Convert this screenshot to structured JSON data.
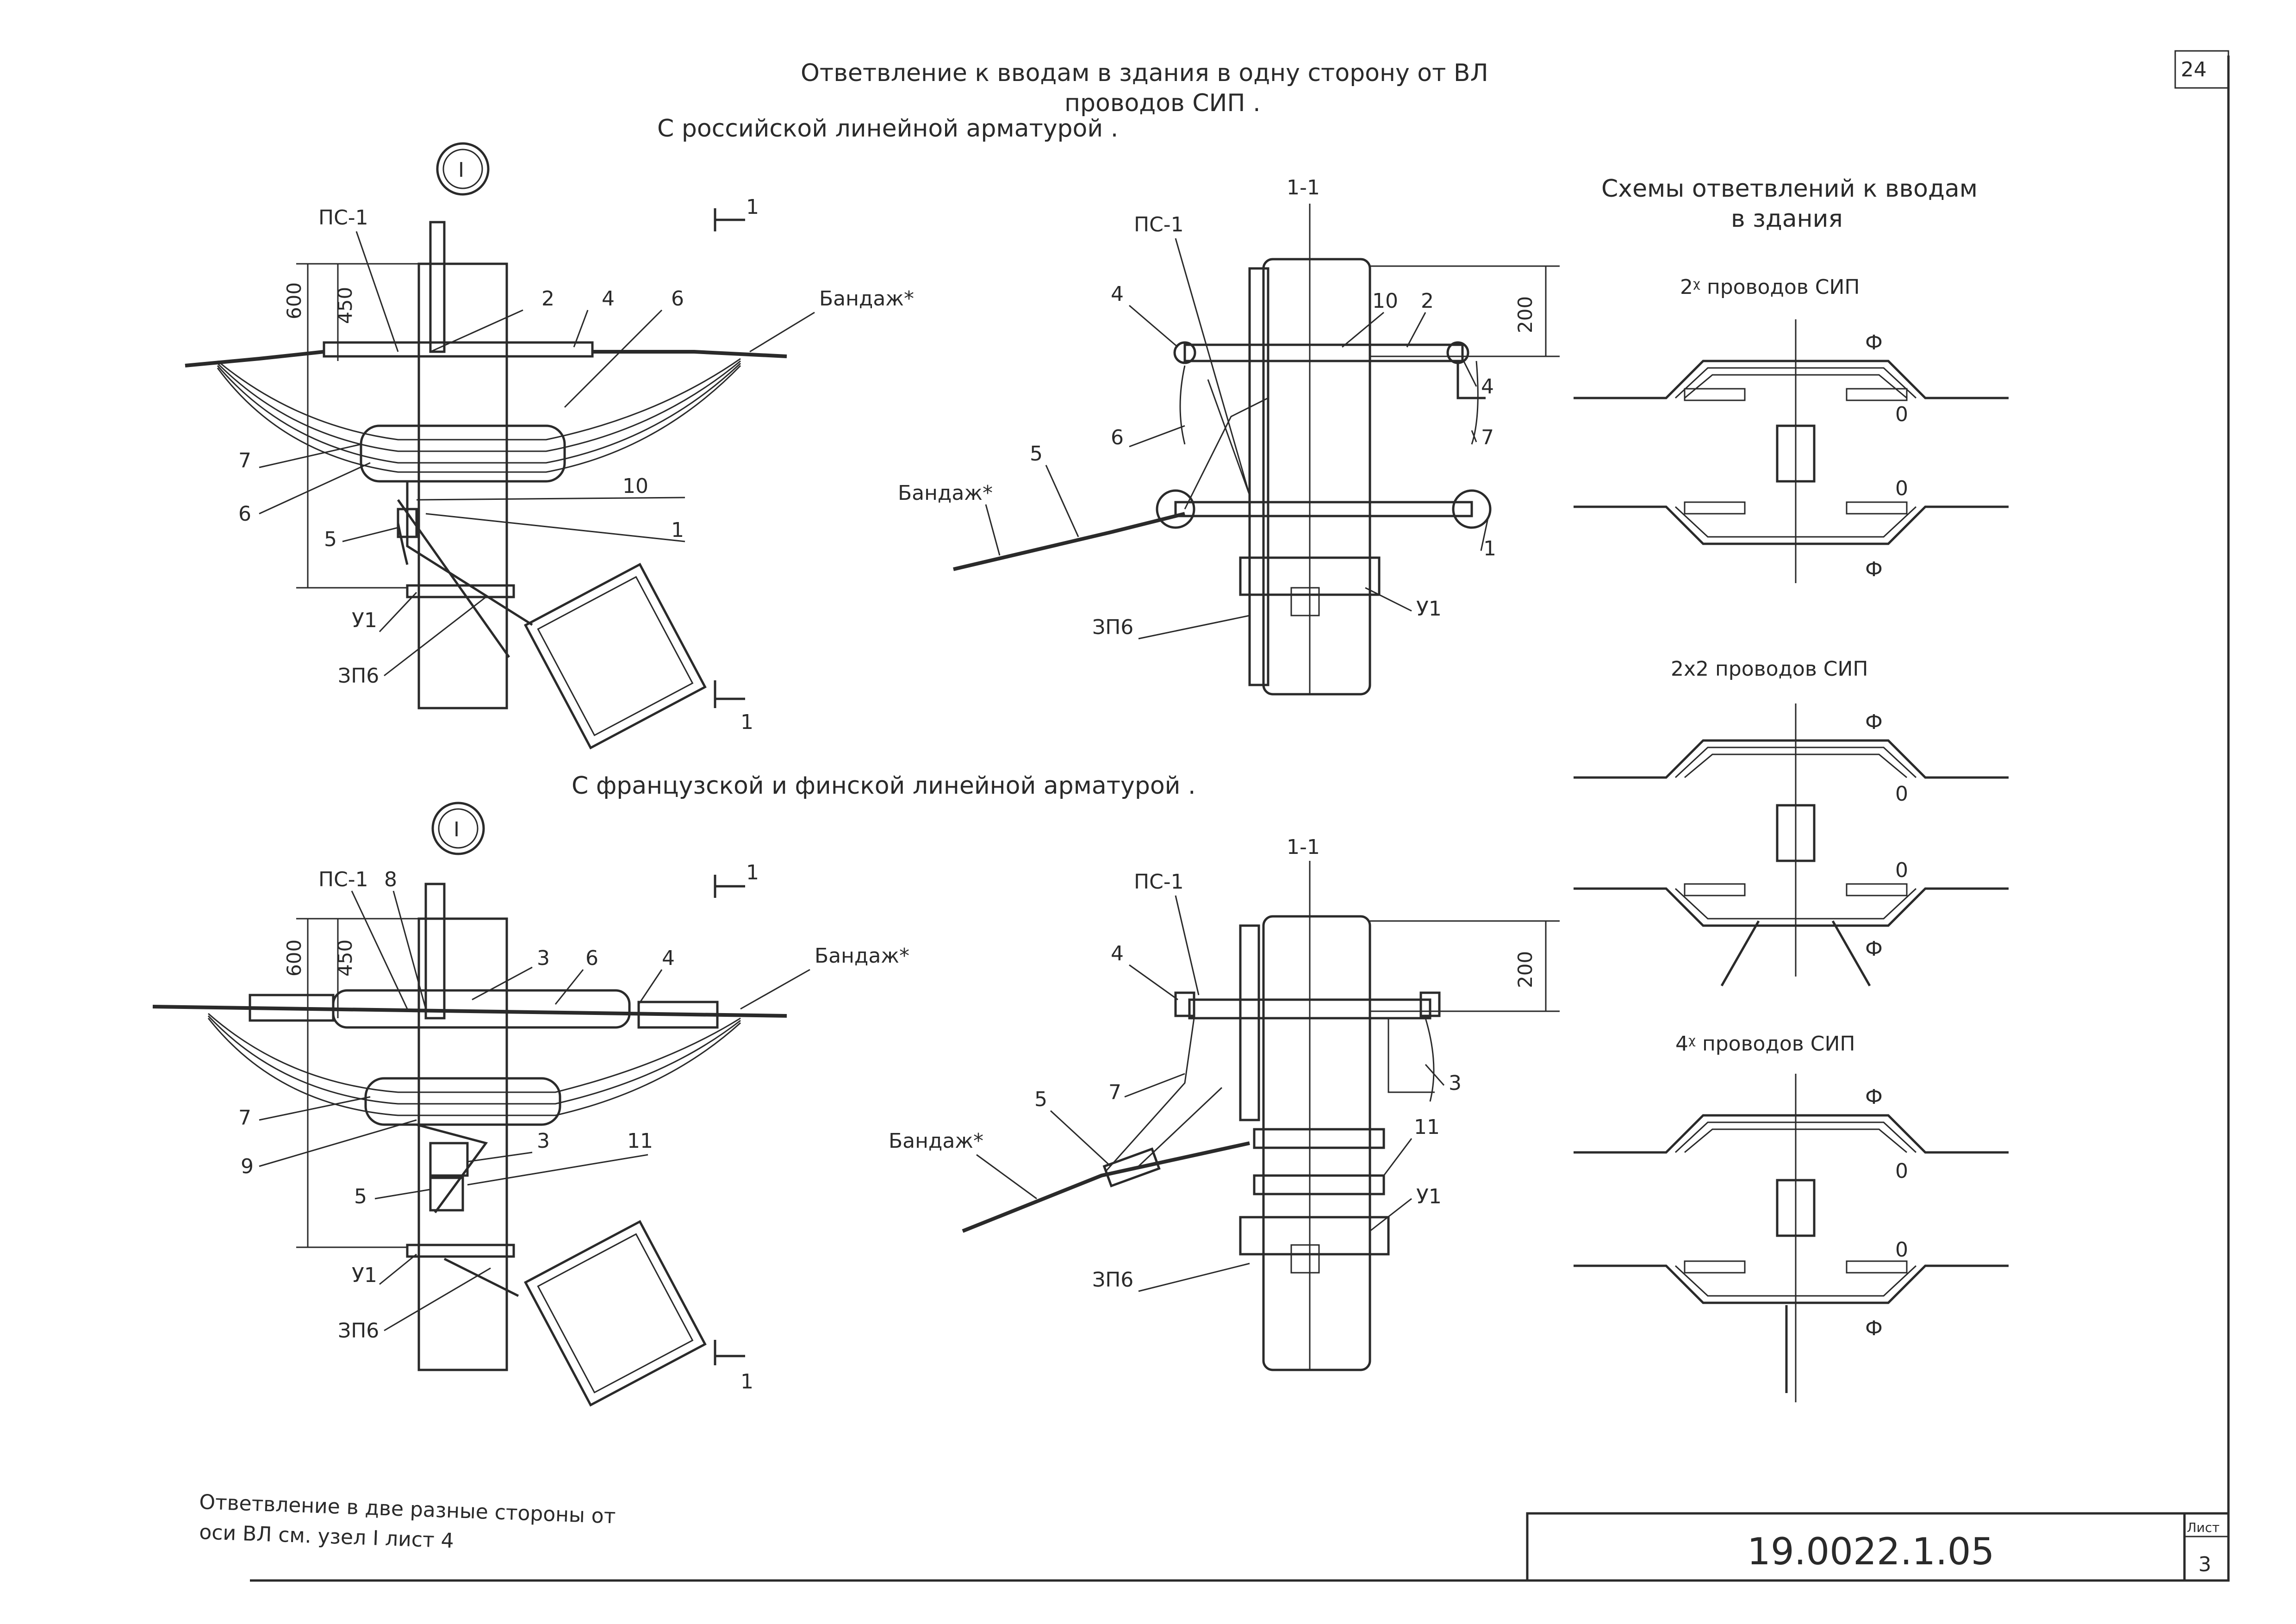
{
  "sheet_no_top": "24",
  "titles": {
    "line1": "Ответвление к вводам в здания в одну сторону от ВЛ",
    "line2": "проводов СИП .",
    "russian": "С российской линейной арматурой .",
    "french": "С французской и финской линейной арматурой ."
  },
  "schemes": {
    "heading1": "Схемы ответвлений к вводам",
    "heading2": "в здания",
    "s1": "2ᵡ проводов СИП",
    "s2": "2х2 проводов СИП",
    "s3": "4ᵡ проводов СИП",
    "phase": "Ф",
    "zero": "0"
  },
  "node_marker": "I",
  "section": {
    "label": "1-1",
    "mark": "1"
  },
  "callouts": {
    "ps1": "ПС-1",
    "ps1b": "ПС-1",
    "bandage": "Бандаж*",
    "u1": "У1",
    "zp6": "ЗП6",
    "n1": "1",
    "n2": "2",
    "n3": "3",
    "n4": "4",
    "n5": "5",
    "n6": "6",
    "n7": "7",
    "n8": "8",
    "n9": "9",
    "n10": "10",
    "n11": "11"
  },
  "dims": {
    "d600": "600",
    "d450": "450",
    "d200": "200"
  },
  "note": {
    "line1": "Ответвление в две разные стороны от",
    "line2": "оси ВЛ см. узел I лист 4"
  },
  "stamp": {
    "code": "19.0022.1.05",
    "sheet_label": "Лист",
    "sheet_no": "3"
  }
}
